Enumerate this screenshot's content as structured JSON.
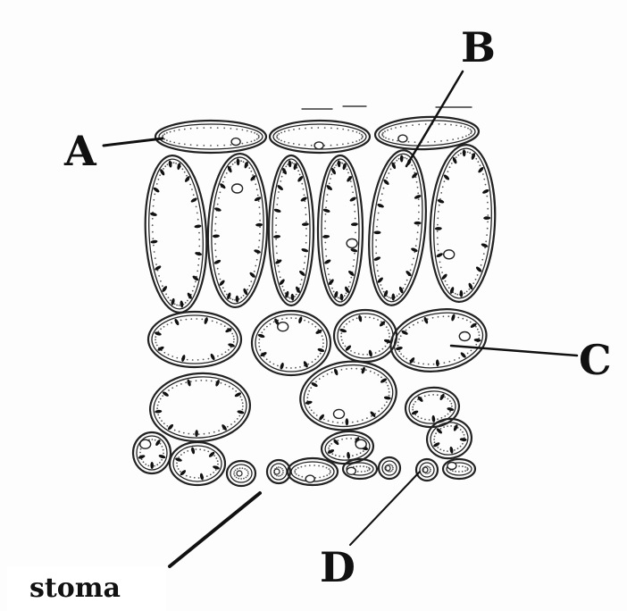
{
  "labels": {
    "a": "A",
    "b": "B",
    "c": "C",
    "d": "D",
    "stoma": "stoma"
  },
  "colors": {
    "ink": "#111111",
    "paper": "#fdfdfd"
  }
}
